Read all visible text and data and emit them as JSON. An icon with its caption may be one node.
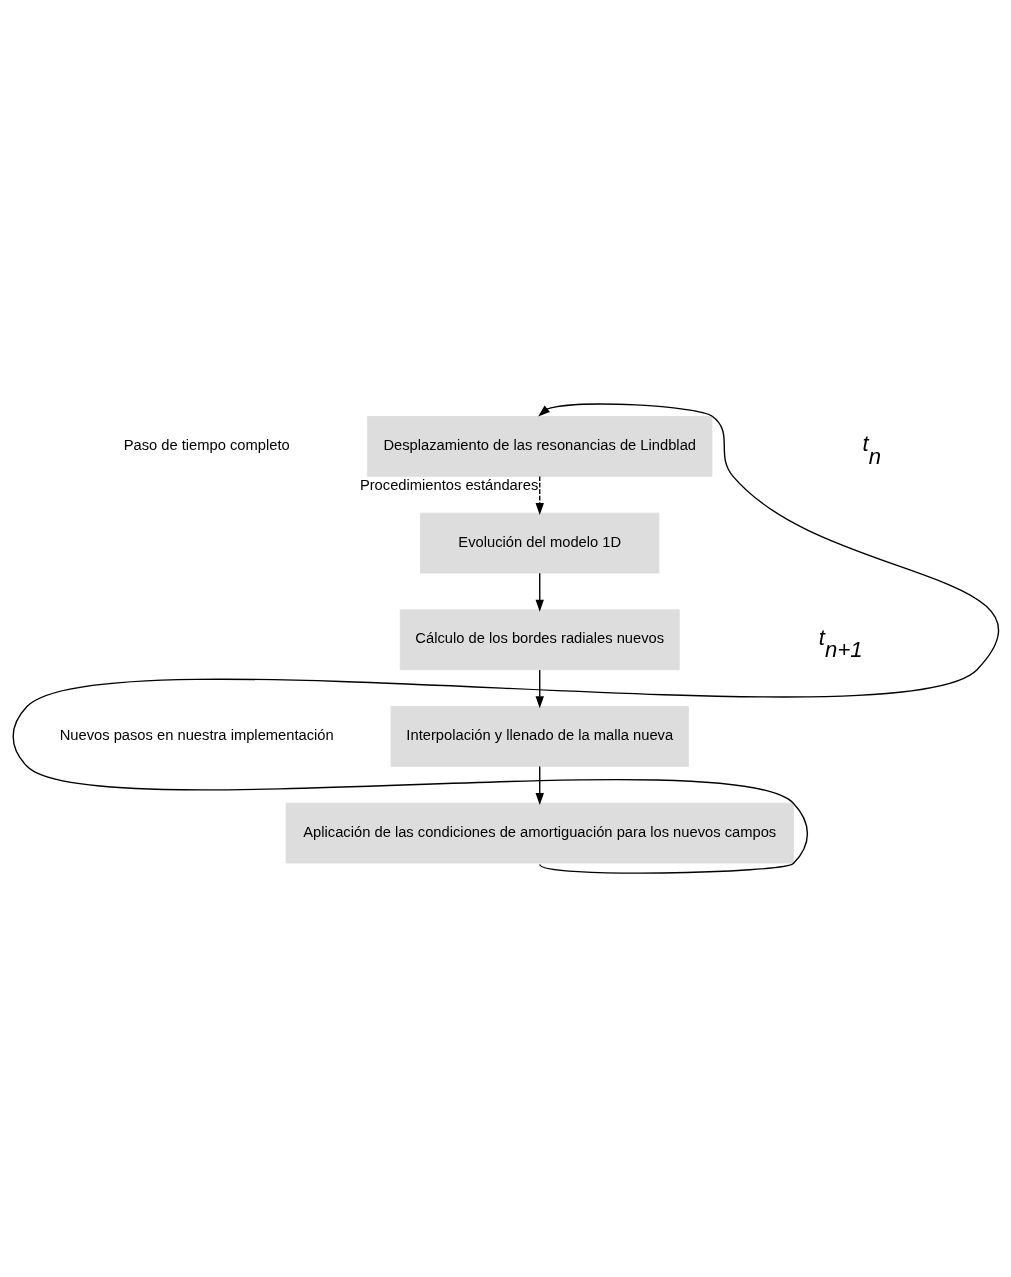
{
  "diagram": {
    "nodes": [
      {
        "text": [
          "Desplazamiento de las resonancias de Lindblad"
        ]
      },
      {
        "text": [
          "Evolución del modelo 1D"
        ]
      },
      {
        "text": [
          "Cálculo de los bordes radiales nuevos"
        ]
      },
      {
        "text": [
          "Interpolación y llenado de la malla nueva"
        ]
      },
      {
        "text": [
          "Aplicación de las condiciones de amortiguación para los nuevos campos"
        ]
      }
    ],
    "edges": [
      {
        "from": 4,
        "to": 0,
        "arrow": "to"
      },
      {
        "from": 0,
        "to": 1,
        "arrow": "to",
        "style": "dashed",
        "label": "Procedimientos estándares"
      },
      {
        "from": 1,
        "to": 2,
        "arrow": "to"
      },
      {
        "from": 2,
        "to": 3,
        "arrow": "to"
      },
      {
        "from": 3,
        "to": 4,
        "arrow": "to"
      }
    ],
    "labels": [
      "t$_{n}$",
      "Paso de tiempo completo",
      "t$_{n+1}$",
      "Nuevos pasos en nuestra implementación"
    ]
  }
}
